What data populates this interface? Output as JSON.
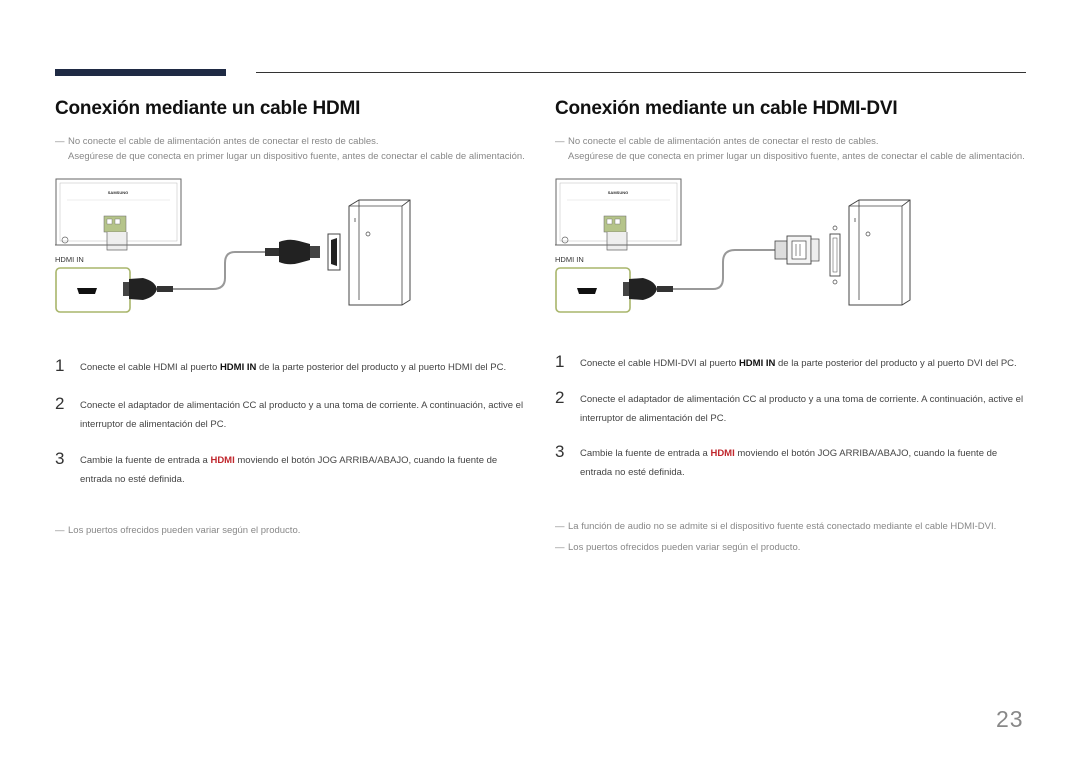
{
  "left": {
    "title": "Conexión mediante un cable HDMI",
    "note_dash": "―",
    "note_line1": "No conecte el cable de alimentación antes de conectar el resto de cables.",
    "note_line2": "Asegúrese de que conecta en primer lugar un dispositivo fuente, antes de conectar el cable de alimentación.",
    "diagram": {
      "monitor_brand": "SAMSUNG",
      "port_label": "HDMI IN"
    },
    "steps": [
      {
        "num": "1",
        "pre": "Conecte el cable HDMI al puerto ",
        "bold": "HDMI IN",
        "post": " de la parte posterior del producto y al puerto HDMI del PC."
      },
      {
        "num": "2",
        "text": "Conecte el adaptador de alimentación CC al producto y a una toma de corriente. A continuación, active el interruptor de alimentación del PC."
      },
      {
        "num": "3",
        "pre": "Cambie la fuente de entrada a ",
        "highlight": "HDMI",
        "post": " moviendo el botón JOG ARRIBA/ABAJO, cuando la fuente de entrada no esté definida."
      }
    ],
    "footnotes": [
      "Los puertos ofrecidos pueden variar según el producto."
    ]
  },
  "right": {
    "title": "Conexión mediante un cable HDMI-DVI",
    "note_dash": "―",
    "note_line1": "No conecte el cable de alimentación antes de conectar el resto de cables.",
    "note_line2": "Asegúrese de que conecta en primer lugar un dispositivo fuente, antes de conectar el cable de alimentación.",
    "diagram": {
      "monitor_brand": "SAMSUNG",
      "port_label": "HDMI IN"
    },
    "steps": [
      {
        "num": "1",
        "pre": "Conecte el cable HDMI-DVI al puerto ",
        "bold": "HDMI IN",
        "post": " de la parte posterior del producto y al puerto DVI del PC."
      },
      {
        "num": "2",
        "text": "Conecte el adaptador de alimentación CC al producto y a una toma de corriente. A continuación, active el interruptor de alimentación del PC."
      },
      {
        "num": "3",
        "pre": "Cambie la fuente de entrada a ",
        "highlight": "HDMI",
        "post": " moviendo el botón JOG ARRIBA/ABAJO, cuando la fuente de entrada no esté definida."
      }
    ],
    "footnotes": [
      "La función de audio no se admite si el dispositivo fuente está conectado mediante el cable HDMI-DVI.",
      "Los puertos ofrecidos pueden variar según el producto."
    ]
  },
  "page_number": "23",
  "colors": {
    "accent_bar": "#1f2a44",
    "highlight": "#c0272d",
    "port_frame": "#a8b56b"
  }
}
